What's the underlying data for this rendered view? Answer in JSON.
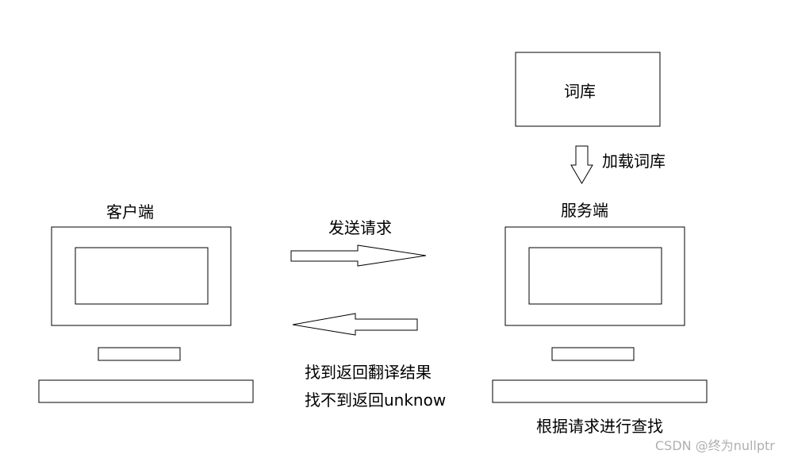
{
  "labels": {
    "dictionary": "词库",
    "load_dictionary": "加载词库",
    "client": "客户端",
    "server": "服务端",
    "send_request": "发送请求",
    "found_return": "找到返回翻译结果",
    "not_found_return": "找不到返回unknow",
    "search_by_request": "根据请求进行查找"
  },
  "watermark": "CSDN @终为nullptr",
  "colors": {
    "stroke": "#000000",
    "background": "#ffffff",
    "watermark": "#b0b0b0"
  }
}
